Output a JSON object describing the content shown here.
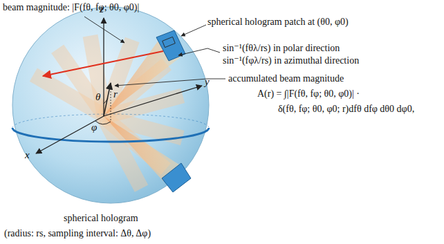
{
  "diagram": {
    "labels": [
      "beam magnitude: |F(fθ, fφ; θ0, φ0)|",
      "spherical hologram patch at (θ0, φ0)",
      "sin⁻¹(fθλ/rs) in polar direction",
      "sin⁻¹(fφλ/rs) in azimuthal direction",
      "accumulated beam magnitude",
      "A(r) = ∫|F(fθ, fφ; θ0, φ0)| ·",
      "δ(fθ, fφ; θ0, φ0; r)dfθ dfφ dθ0 dφ0,",
      "z",
      "y",
      "x",
      "θ",
      "r",
      "φ",
      "spherical hologram",
      "(radius: rs, sampling interval: Δθ, Δφ)"
    ]
  }
}
